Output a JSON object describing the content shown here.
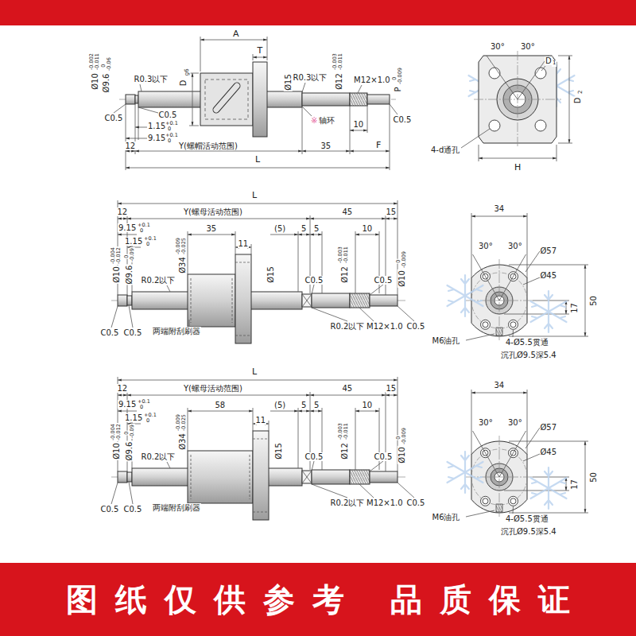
{
  "diagram": {
    "nodes": [
      {
        "text": [
          "图纸仅供参考 品质保证"
        ]
      }
    ],
    "labels": [
      "A",
      "T",
      "D",
      "g6",
      "Ø10",
      "-0.002",
      "-0.011",
      "Ø9.6",
      "0",
      "-0.06",
      "R0.3以下",
      "C0.5",
      "C0.5",
      "1.15",
      "+0.1",
      "0",
      "9.15",
      "+0.1",
      "0",
      "12",
      "Y(螺帽活动范围)",
      "35",
      "F",
      "L",
      "Ø15",
      "R0.3以下",
      "Ø12",
      "-0.003",
      "-0.011",
      "M12×1.0",
      "P",
      "0",
      "-0.009",
      "※",
      "轴环",
      "10",
      "C0.5",
      "30°",
      "30°",
      "D",
      "1",
      "D",
      "2",
      "4-d通孔",
      "H",
      "L",
      "12",
      "Y(螺母活动范围)",
      "45",
      "15",
      "9.15",
      "+0.1",
      "0",
      "35",
      "(5)",
      "5",
      "5",
      "10",
      "1.15",
      "+0.1",
      "0",
      "11",
      "Ø10",
      "-0.004",
      "-0.012",
      "Ø9.6",
      "0",
      "-0.09",
      "R0.2以下",
      "Ø34",
      "-0.009",
      "-0.025",
      "Ø15",
      "C0.5",
      "Ø12",
      "-0.003",
      "-0.011",
      "C0.5",
      "Ø10",
      "0",
      "-0.009",
      "C0.5",
      "C0.5",
      "两端附刮刷器",
      "R0.2以下",
      "M12×1.0",
      "C0.5",
      "34",
      "30°",
      "30°",
      "Ø57",
      "Ø45",
      "50",
      "17",
      "M6油孔",
      "4-Ø5.5贯通",
      "沉孔Ø9.5深5.4",
      "L",
      "12",
      "Y(螺母活动范围)",
      "45",
      "15",
      "9.15",
      "+0.1",
      "0",
      "58",
      "(5)",
      "5",
      "5",
      "10",
      "1.15",
      "+0.1",
      "0",
      "11",
      "Ø10",
      "-0.004",
      "-0.012",
      "Ø9.6",
      "0",
      "-0.09",
      "R0.2以下",
      "Ø34",
      "-0.009",
      "-0.025",
      "Ø15",
      "C0.5",
      "Ø12",
      "-0.003",
      "-0.011",
      "C0.5",
      "Ø10",
      "0",
      "-0.009",
      "C0.5",
      "C0.5",
      "两端附刮刷器",
      "R0.2以下",
      "M12×1.0",
      "C0.5",
      "34",
      "30°",
      "30°",
      "Ø57",
      "Ø45",
      "50",
      "17",
      "M6油孔",
      "4-Ø5.5贯通",
      "沉孔Ø9.5深5.4"
    ]
  }
}
